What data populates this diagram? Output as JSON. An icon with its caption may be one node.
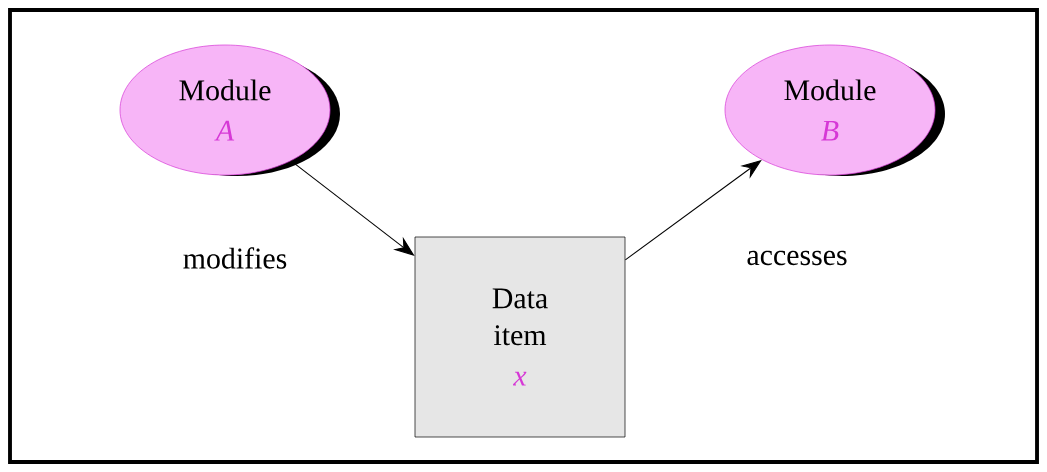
{
  "diagram": {
    "nodes": [
      {
        "text": [
          "Module",
          "A"
        ]
      },
      {
        "text": [
          "Module",
          "B"
        ]
      },
      {
        "text": [
          "Data item",
          "x"
        ]
      }
    ],
    "edges": [
      {
        "from": 0,
        "to": 2,
        "arrow": "to",
        "label": "modifies"
      },
      {
        "from": 2,
        "to": 1,
        "arrow": "to",
        "label": "accesses"
      }
    ]
  }
}
